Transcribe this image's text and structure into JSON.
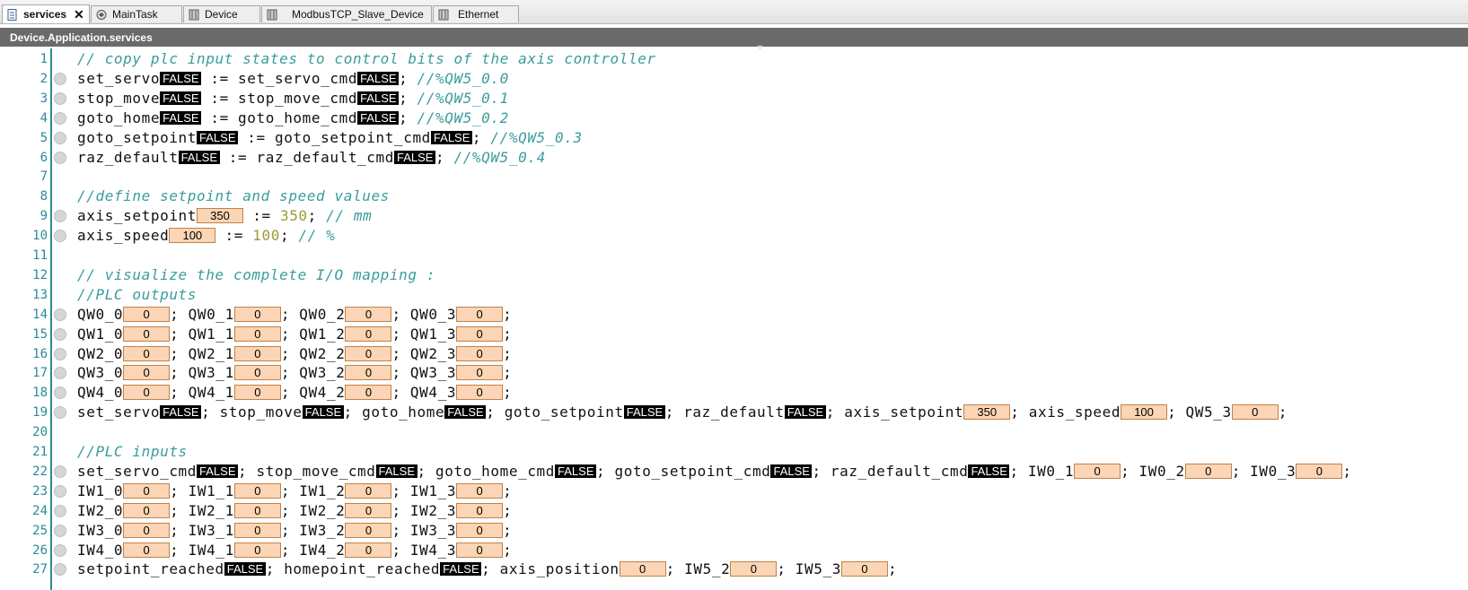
{
  "tabs": [
    {
      "label": "services",
      "active": true,
      "icon": "document-icon"
    },
    {
      "label": "MainTask",
      "active": false,
      "icon": "task-icon"
    },
    {
      "label": "Device",
      "active": false,
      "icon": "device-icon"
    },
    {
      "label": "ModbusTCP_Slave_Device",
      "active": false,
      "icon": "device-icon"
    },
    {
      "label": "Ethernet",
      "active": false,
      "icon": "device-icon"
    }
  ],
  "tab_close": "✕",
  "path": "Device.Application.services",
  "lines": [
    {
      "n": "1",
      "bp": false,
      "tokens": [
        {
          "t": "c",
          "v": "// copy plc input states to control bits of the axis controller"
        }
      ]
    },
    {
      "n": "2",
      "bp": true,
      "tokens": [
        {
          "t": "x",
          "v": "set_servo"
        },
        {
          "t": "b",
          "v": "FALSE"
        },
        {
          "t": "x",
          "v": " := set_servo_cmd"
        },
        {
          "t": "b",
          "v": "FALSE"
        },
        {
          "t": "x",
          "v": "; "
        },
        {
          "t": "c",
          "v": "//%QW5_0.0"
        }
      ]
    },
    {
      "n": "3",
      "bp": true,
      "tokens": [
        {
          "t": "x",
          "v": "stop_move"
        },
        {
          "t": "b",
          "v": "FALSE"
        },
        {
          "t": "x",
          "v": " := stop_move_cmd"
        },
        {
          "t": "b",
          "v": "FALSE"
        },
        {
          "t": "x",
          "v": "; "
        },
        {
          "t": "c",
          "v": "//%QW5_0.1"
        }
      ]
    },
    {
      "n": "4",
      "bp": true,
      "tokens": [
        {
          "t": "x",
          "v": "goto_home"
        },
        {
          "t": "b",
          "v": "FALSE"
        },
        {
          "t": "x",
          "v": " := goto_home_cmd"
        },
        {
          "t": "b",
          "v": "FALSE"
        },
        {
          "t": "x",
          "v": "; "
        },
        {
          "t": "c",
          "v": "//%QW5_0.2"
        }
      ]
    },
    {
      "n": "5",
      "bp": true,
      "tokens": [
        {
          "t": "x",
          "v": "goto_setpoint"
        },
        {
          "t": "b",
          "v": "FALSE"
        },
        {
          "t": "x",
          "v": " := goto_setpoint_cmd"
        },
        {
          "t": "b",
          "v": "FALSE"
        },
        {
          "t": "x",
          "v": "; "
        },
        {
          "t": "c",
          "v": "//%QW5_0.3"
        }
      ]
    },
    {
      "n": "6",
      "bp": true,
      "tokens": [
        {
          "t": "x",
          "v": "raz_default"
        },
        {
          "t": "b",
          "v": "FALSE"
        },
        {
          "t": "x",
          "v": " := raz_default_cmd"
        },
        {
          "t": "b",
          "v": "FALSE"
        },
        {
          "t": "x",
          "v": "; "
        },
        {
          "t": "c",
          "v": "//%QW5_0.4"
        }
      ]
    },
    {
      "n": "7",
      "bp": false,
      "tokens": []
    },
    {
      "n": "8",
      "bp": false,
      "tokens": [
        {
          "t": "c",
          "v": "//define setpoint and speed values"
        }
      ]
    },
    {
      "n": "9",
      "bp": true,
      "tokens": [
        {
          "t": "x",
          "v": "axis_setpoint"
        },
        {
          "t": "v",
          "v": "350"
        },
        {
          "t": "x",
          "v": " := "
        },
        {
          "t": "n",
          "v": "350"
        },
        {
          "t": "x",
          "v": "; "
        },
        {
          "t": "c",
          "v": "// mm"
        }
      ]
    },
    {
      "n": "10",
      "bp": true,
      "tokens": [
        {
          "t": "x",
          "v": "axis_speed"
        },
        {
          "t": "v",
          "v": "100"
        },
        {
          "t": "x",
          "v": " := "
        },
        {
          "t": "n",
          "v": "100"
        },
        {
          "t": "x",
          "v": "; "
        },
        {
          "t": "c",
          "v": "// %"
        }
      ]
    },
    {
      "n": "11",
      "bp": false,
      "tokens": []
    },
    {
      "n": "12",
      "bp": false,
      "tokens": [
        {
          "t": "c",
          "v": "// visualize the complete I/O mapping :"
        }
      ]
    },
    {
      "n": "13",
      "bp": false,
      "tokens": [
        {
          "t": "c",
          "v": "//PLC outputs"
        }
      ]
    },
    {
      "n": "14",
      "bp": true,
      "tokens": [
        {
          "t": "x",
          "v": "QW0_0"
        },
        {
          "t": "v",
          "v": "0"
        },
        {
          "t": "x",
          "v": "; QW0_1"
        },
        {
          "t": "v",
          "v": "0"
        },
        {
          "t": "x",
          "v": "; QW0_2"
        },
        {
          "t": "v",
          "v": "0"
        },
        {
          "t": "x",
          "v": "; QW0_3"
        },
        {
          "t": "v",
          "v": "0"
        },
        {
          "t": "x",
          "v": ";"
        }
      ]
    },
    {
      "n": "15",
      "bp": true,
      "tokens": [
        {
          "t": "x",
          "v": "QW1_0"
        },
        {
          "t": "v",
          "v": "0"
        },
        {
          "t": "x",
          "v": "; QW1_1"
        },
        {
          "t": "v",
          "v": "0"
        },
        {
          "t": "x",
          "v": "; QW1_2"
        },
        {
          "t": "v",
          "v": "0"
        },
        {
          "t": "x",
          "v": "; QW1_3"
        },
        {
          "t": "v",
          "v": "0"
        },
        {
          "t": "x",
          "v": ";"
        }
      ]
    },
    {
      "n": "16",
      "bp": true,
      "tokens": [
        {
          "t": "x",
          "v": "QW2_0"
        },
        {
          "t": "v",
          "v": "0"
        },
        {
          "t": "x",
          "v": "; QW2_1"
        },
        {
          "t": "v",
          "v": "0"
        },
        {
          "t": "x",
          "v": "; QW2_2"
        },
        {
          "t": "v",
          "v": "0"
        },
        {
          "t": "x",
          "v": "; QW2_3"
        },
        {
          "t": "v",
          "v": "0"
        },
        {
          "t": "x",
          "v": ";"
        }
      ]
    },
    {
      "n": "17",
      "bp": true,
      "tokens": [
        {
          "t": "x",
          "v": "QW3_0"
        },
        {
          "t": "v",
          "v": "0"
        },
        {
          "t": "x",
          "v": "; QW3_1"
        },
        {
          "t": "v",
          "v": "0"
        },
        {
          "t": "x",
          "v": "; QW3_2"
        },
        {
          "t": "v",
          "v": "0"
        },
        {
          "t": "x",
          "v": "; QW3_3"
        },
        {
          "t": "v",
          "v": "0"
        },
        {
          "t": "x",
          "v": ";"
        }
      ]
    },
    {
      "n": "18",
      "bp": true,
      "tokens": [
        {
          "t": "x",
          "v": "QW4_0"
        },
        {
          "t": "v",
          "v": "0"
        },
        {
          "t": "x",
          "v": "; QW4_1"
        },
        {
          "t": "v",
          "v": "0"
        },
        {
          "t": "x",
          "v": "; QW4_2"
        },
        {
          "t": "v",
          "v": "0"
        },
        {
          "t": "x",
          "v": "; QW4_3"
        },
        {
          "t": "v",
          "v": "0"
        },
        {
          "t": "x",
          "v": ";"
        }
      ]
    },
    {
      "n": "19",
      "bp": true,
      "tokens": [
        {
          "t": "x",
          "v": "set_servo"
        },
        {
          "t": "b",
          "v": "FALSE"
        },
        {
          "t": "x",
          "v": "; stop_move"
        },
        {
          "t": "b",
          "v": "FALSE"
        },
        {
          "t": "x",
          "v": "; goto_home"
        },
        {
          "t": "b",
          "v": "FALSE"
        },
        {
          "t": "x",
          "v": "; goto_setpoint"
        },
        {
          "t": "b",
          "v": "FALSE"
        },
        {
          "t": "x",
          "v": "; raz_default"
        },
        {
          "t": "b",
          "v": "FALSE"
        },
        {
          "t": "x",
          "v": "; axis_setpoint"
        },
        {
          "t": "v",
          "v": "350"
        },
        {
          "t": "x",
          "v": "; axis_speed"
        },
        {
          "t": "v",
          "v": "100"
        },
        {
          "t": "x",
          "v": "; QW5_3"
        },
        {
          "t": "v",
          "v": "0"
        },
        {
          "t": "x",
          "v": ";"
        }
      ]
    },
    {
      "n": "20",
      "bp": false,
      "tokens": []
    },
    {
      "n": "21",
      "bp": false,
      "tokens": [
        {
          "t": "c",
          "v": "//PLC inputs"
        }
      ]
    },
    {
      "n": "22",
      "bp": true,
      "tokens": [
        {
          "t": "x",
          "v": "set_servo_cmd"
        },
        {
          "t": "b",
          "v": "FALSE"
        },
        {
          "t": "x",
          "v": "; stop_move_cmd"
        },
        {
          "t": "b",
          "v": "FALSE"
        },
        {
          "t": "x",
          "v": "; goto_home_cmd"
        },
        {
          "t": "b",
          "v": "FALSE"
        },
        {
          "t": "x",
          "v": "; goto_setpoint_cmd"
        },
        {
          "t": "b",
          "v": "FALSE"
        },
        {
          "t": "x",
          "v": "; raz_default_cmd"
        },
        {
          "t": "b",
          "v": "FALSE"
        },
        {
          "t": "x",
          "v": "; IW0_1"
        },
        {
          "t": "v",
          "v": "0"
        },
        {
          "t": "x",
          "v": "; IW0_2"
        },
        {
          "t": "v",
          "v": "0"
        },
        {
          "t": "x",
          "v": "; IW0_3"
        },
        {
          "t": "v",
          "v": "0"
        },
        {
          "t": "x",
          "v": ";"
        }
      ]
    },
    {
      "n": "23",
      "bp": true,
      "tokens": [
        {
          "t": "x",
          "v": "IW1_0"
        },
        {
          "t": "v",
          "v": "0"
        },
        {
          "t": "x",
          "v": "; IW1_1"
        },
        {
          "t": "v",
          "v": "0"
        },
        {
          "t": "x",
          "v": "; IW1_2"
        },
        {
          "t": "v",
          "v": "0"
        },
        {
          "t": "x",
          "v": "; IW1_3"
        },
        {
          "t": "v",
          "v": "0"
        },
        {
          "t": "x",
          "v": ";"
        }
      ]
    },
    {
      "n": "24",
      "bp": true,
      "tokens": [
        {
          "t": "x",
          "v": "IW2_0"
        },
        {
          "t": "v",
          "v": "0"
        },
        {
          "t": "x",
          "v": "; IW2_1"
        },
        {
          "t": "v",
          "v": "0"
        },
        {
          "t": "x",
          "v": "; IW2_2"
        },
        {
          "t": "v",
          "v": "0"
        },
        {
          "t": "x",
          "v": "; IW2_3"
        },
        {
          "t": "v",
          "v": "0"
        },
        {
          "t": "x",
          "v": ";"
        }
      ]
    },
    {
      "n": "25",
      "bp": true,
      "tokens": [
        {
          "t": "x",
          "v": "IW3_0"
        },
        {
          "t": "v",
          "v": "0"
        },
        {
          "t": "x",
          "v": "; IW3_1"
        },
        {
          "t": "v",
          "v": "0"
        },
        {
          "t": "x",
          "v": "; IW3_2"
        },
        {
          "t": "v",
          "v": "0"
        },
        {
          "t": "x",
          "v": "; IW3_3"
        },
        {
          "t": "v",
          "v": "0"
        },
        {
          "t": "x",
          "v": ";"
        }
      ]
    },
    {
      "n": "26",
      "bp": true,
      "tokens": [
        {
          "t": "x",
          "v": "IW4_0"
        },
        {
          "t": "v",
          "v": "0"
        },
        {
          "t": "x",
          "v": "; IW4_1"
        },
        {
          "t": "v",
          "v": "0"
        },
        {
          "t": "x",
          "v": "; IW4_2"
        },
        {
          "t": "v",
          "v": "0"
        },
        {
          "t": "x",
          "v": "; IW4_3"
        },
        {
          "t": "v",
          "v": "0"
        },
        {
          "t": "x",
          "v": ";"
        }
      ]
    },
    {
      "n": "27",
      "bp": true,
      "tokens": [
        {
          "t": "x",
          "v": "setpoint_reached"
        },
        {
          "t": "b",
          "v": "FALSE"
        },
        {
          "t": "x",
          "v": "; homepoint_reached"
        },
        {
          "t": "b",
          "v": "FALSE"
        },
        {
          "t": "x",
          "v": "; axis_position"
        },
        {
          "t": "v",
          "v": "0"
        },
        {
          "t": "x",
          "v": "; IW5_2"
        },
        {
          "t": "v",
          "v": "0"
        },
        {
          "t": "x",
          "v": "; IW5_3"
        },
        {
          "t": "v",
          "v": "0"
        },
        {
          "t": "x",
          "v": ";"
        }
      ]
    }
  ]
}
